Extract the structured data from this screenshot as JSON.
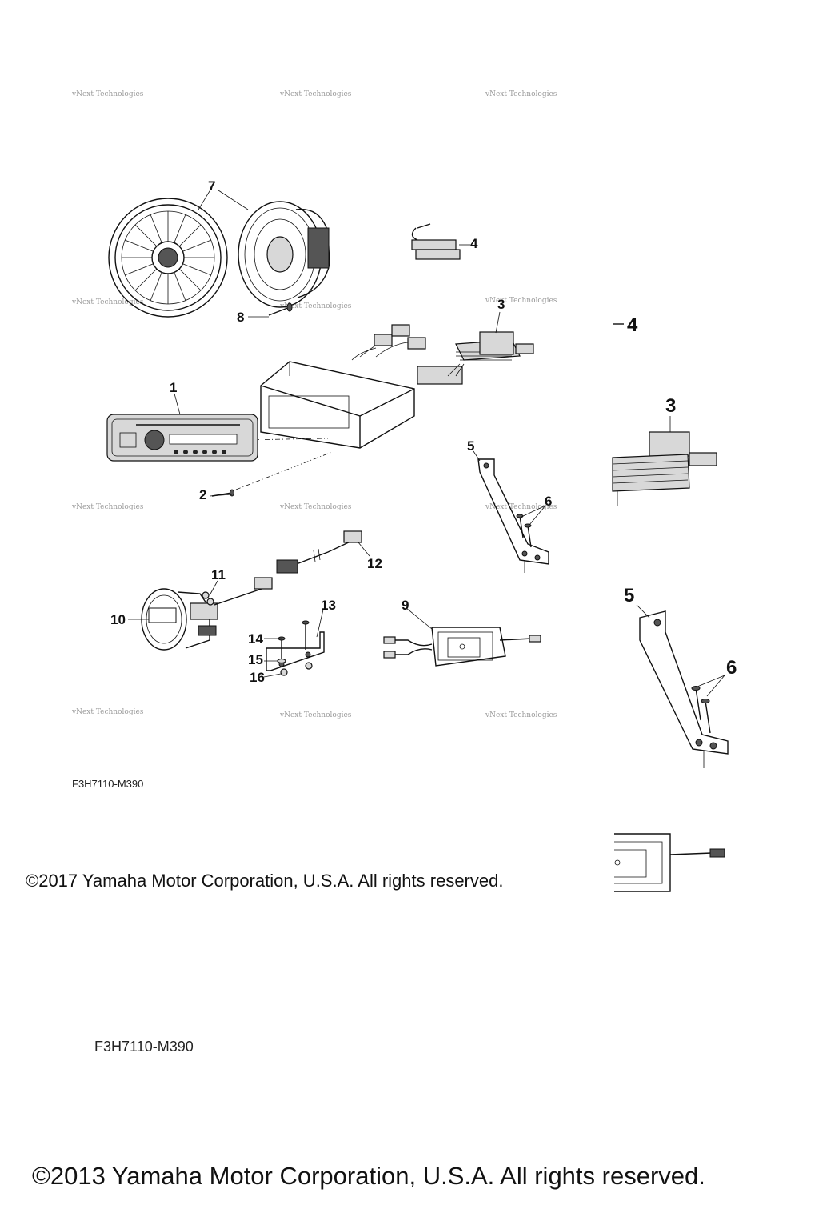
{
  "watermark": "vNext Technologies",
  "callouts": {
    "p1": "1",
    "p2": "2",
    "p3": "3",
    "p4": "4",
    "p5": "5",
    "p6": "6",
    "p7": "7",
    "p8": "8",
    "p9": "9",
    "p10": "10",
    "p11": "11",
    "p12": "12",
    "p13": "13",
    "p14": "14",
    "p15": "15",
    "p16": "16"
  },
  "detail_callouts": {
    "p4": "4",
    "p3": "3",
    "p5": "5",
    "p6": "6"
  },
  "drawing_code_small": "F3H7110-M390",
  "drawing_code_large": "F3H7110-M390",
  "copyright_2017": "©2017 Yamaha Motor Corporation, U.S.A. All rights reserved.",
  "copyright_2013": "©2013 Yamaha Motor Corporation, U.S.A. All rights reserved."
}
